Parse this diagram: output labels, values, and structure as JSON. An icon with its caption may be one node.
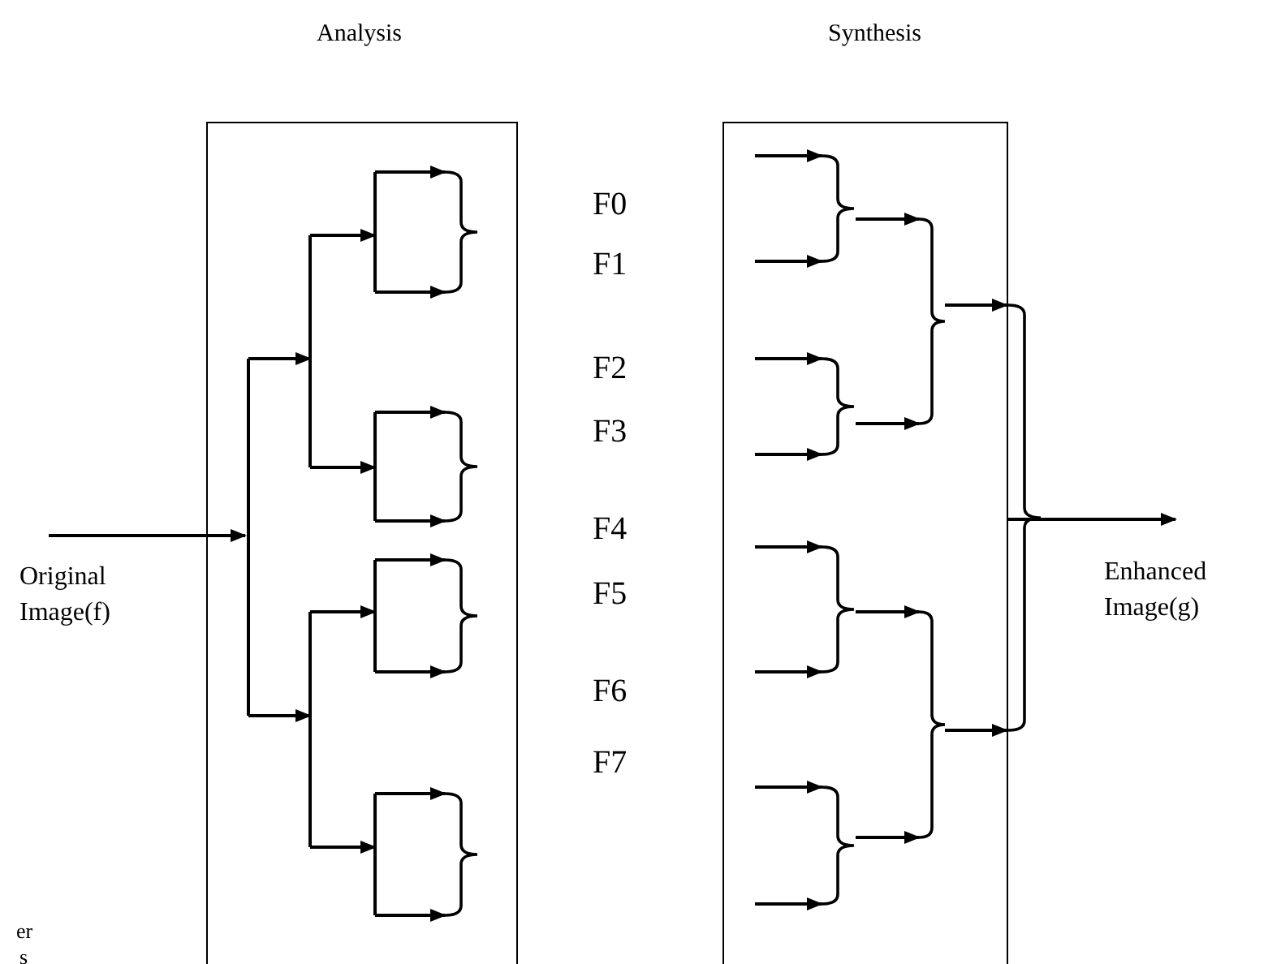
{
  "diagram": {
    "nodes": [
      {
        "text": [
          "Analysis"
        ]
      },
      {
        "text": [
          "Synthesis"
        ]
      },
      {
        "text": [
          "Original Image(f)"
        ]
      },
      {
        "text": [
          "Enhanced Image(g)"
        ]
      }
    ],
    "edges": [
      {
        "from": 2,
        "to": 0,
        "arrow": "to"
      },
      {
        "from": 1,
        "to": 3,
        "arrow": "to"
      }
    ],
    "labels": [
      "F0",
      "F1",
      "F2",
      "F3",
      "F4",
      "F5",
      "F6",
      "F7",
      "er",
      "s"
    ]
  }
}
